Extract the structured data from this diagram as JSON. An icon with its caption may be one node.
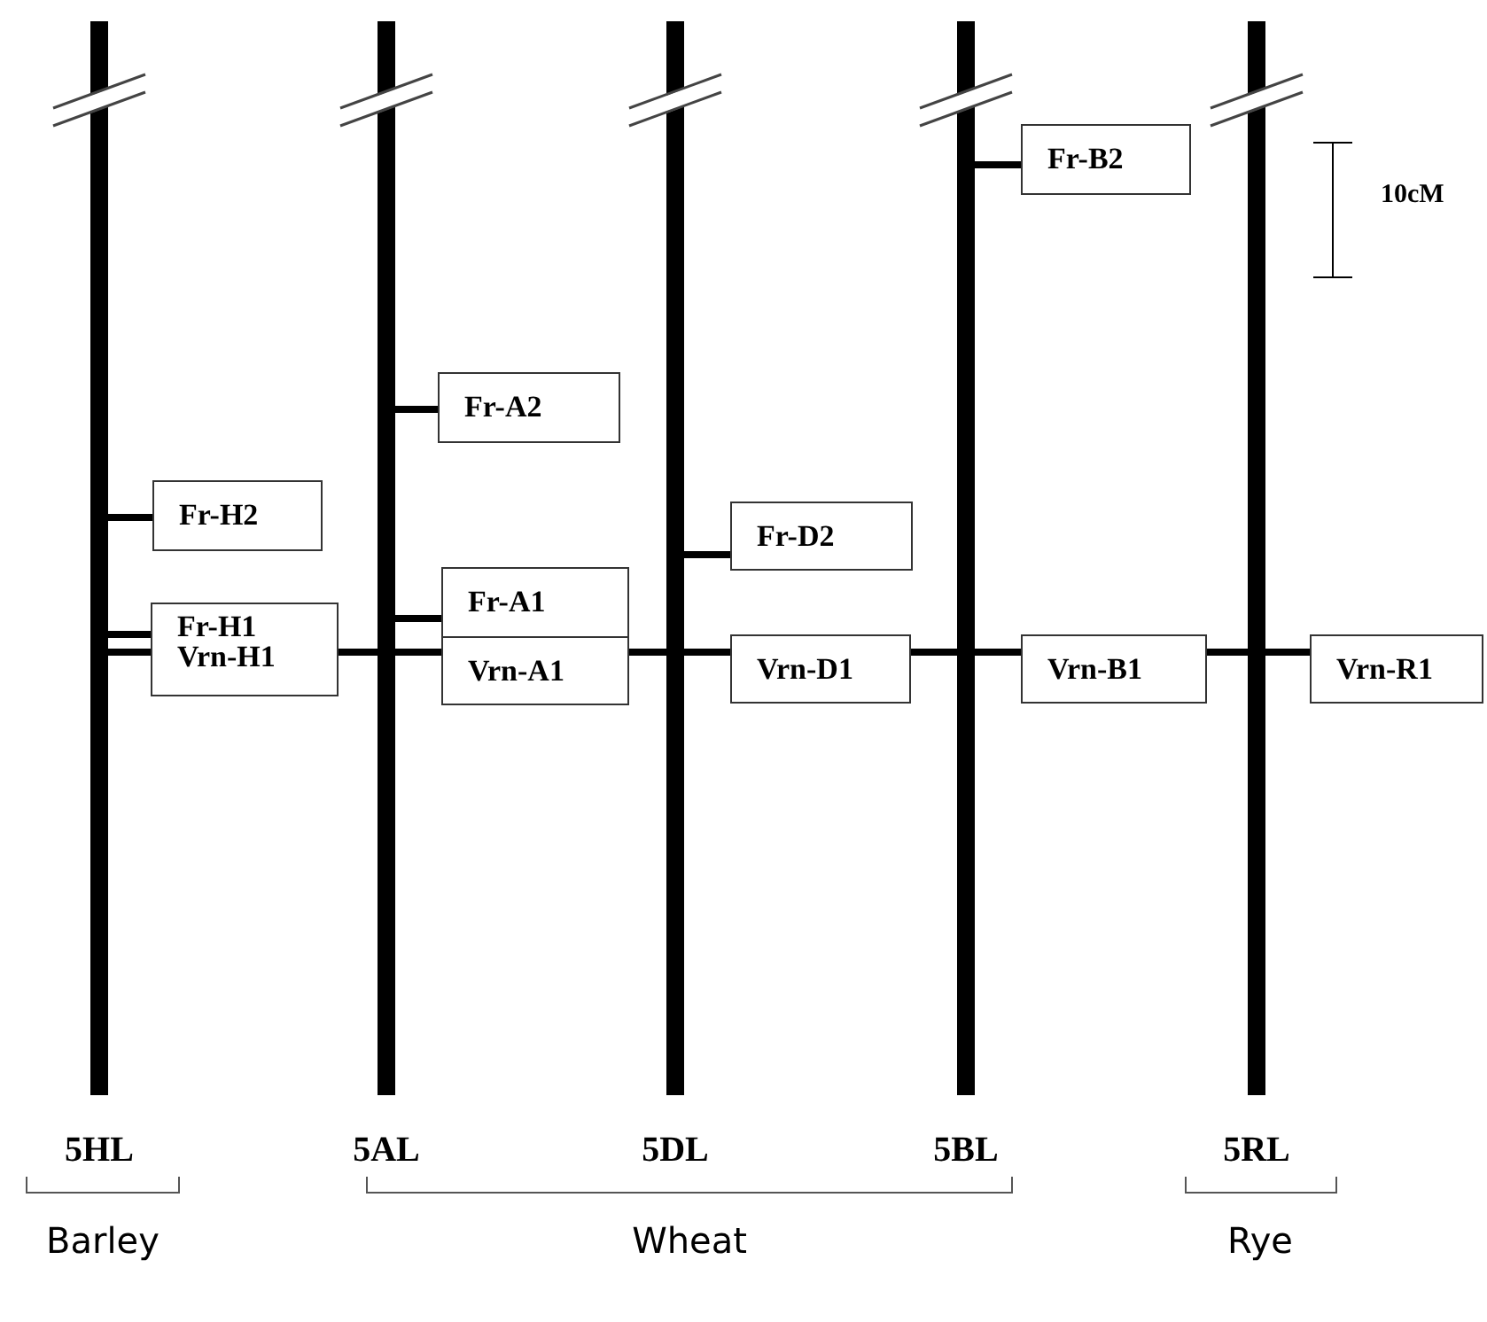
{
  "diagram": {
    "nodes": [
      {
        "text": [
          "5HL"
        ]
      },
      {
        "text": [
          "5AL"
        ]
      },
      {
        "text": [
          "5DL"
        ]
      },
      {
        "text": [
          "5BL"
        ]
      },
      {
        "text": [
          "5RL"
        ]
      },
      {
        "text": [
          "Fr-H2"
        ]
      },
      {
        "text": [
          "Fr-H1",
          "Vrn-H1"
        ]
      },
      {
        "text": [
          "Fr-A2"
        ]
      },
      {
        "text": [
          "Fr-A1"
        ]
      },
      {
        "text": [
          "Vrn-A1"
        ]
      },
      {
        "text": [
          "Fr-D2"
        ]
      },
      {
        "text": [
          "Vrn-D1"
        ]
      },
      {
        "text": [
          "Fr-B2"
        ]
      },
      {
        "text": [
          "Vrn-B1"
        ]
      },
      {
        "text": [
          "Vrn-R1"
        ]
      }
    ],
    "edges": [
      {
        "from": 0,
        "to": 5,
        "arrow": "none"
      },
      {
        "from": 0,
        "to": 6,
        "arrow": "none"
      },
      {
        "from": 0,
        "to": 6,
        "arrow": "none"
      },
      {
        "from": 6,
        "to": 1,
        "arrow": "none"
      },
      {
        "from": 1,
        "to": 7,
        "arrow": "none"
      },
      {
        "from": 1,
        "to": 8,
        "arrow": "none"
      },
      {
        "from": 1,
        "to": 9,
        "arrow": "none"
      },
      {
        "from": 9,
        "to": 2,
        "arrow": "none"
      },
      {
        "from": 2,
        "to": 10,
        "arrow": "none"
      },
      {
        "from": 2,
        "to": 11,
        "arrow": "none"
      },
      {
        "from": 11,
        "to": 3,
        "arrow": "none"
      },
      {
        "from": 3,
        "to": 12,
        "arrow": "none"
      },
      {
        "from": 3,
        "to": 13,
        "arrow": "none"
      },
      {
        "from": 13,
        "to": 4,
        "arrow": "none"
      },
      {
        "from": 4,
        "to": 14,
        "arrow": "none"
      }
    ],
    "labels": [
      "10cM",
      "Barley",
      "Wheat",
      "Rye"
    ]
  }
}
